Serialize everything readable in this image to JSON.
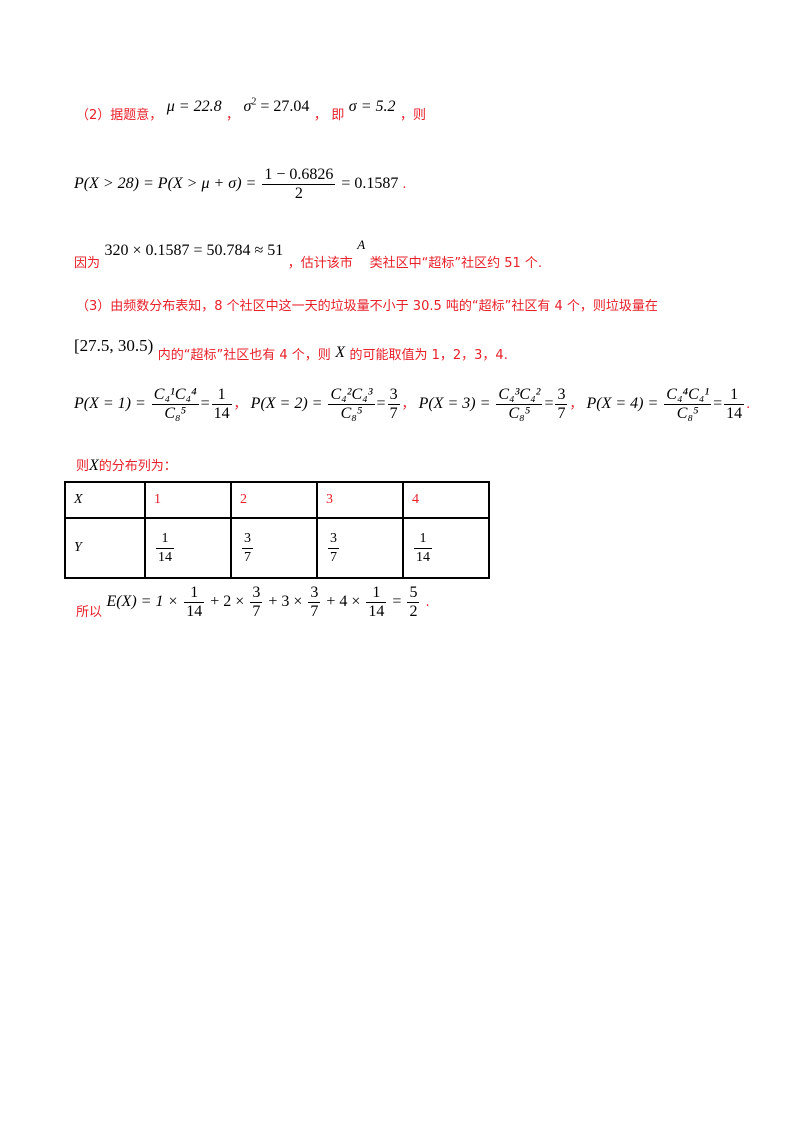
{
  "part2": {
    "label": "（2）据题意，",
    "mu": "μ = 22.8",
    "sigma2": "σ",
    "sigma2_val": " = 27.04",
    "sep1": "，",
    "ji": "即",
    "sigma": "σ = 5.2",
    "ze": "，则"
  },
  "prob_line": {
    "left": "P(X > 28) = P(X > μ + σ) =",
    "num": "1 − 0.6826",
    "den": "2",
    "right": "= 0.1587",
    "end": "."
  },
  "estimate": {
    "prefix": "因为",
    "expr": "320 × 0.1587 = 50.784 ≈ 51",
    "mid": "，估计该市",
    "city": "A",
    "suffix": "类社区中“超标”社区约 51 个."
  },
  "part3": {
    "text": "（3）由频数分布表知，8 个社区中这一天的垃圾量不小于 30.5 吨的“超标”社区有 4 个，则垃圾量在",
    "interval": "[27.5, 30.5)",
    "text2": "内的“超标”社区也有 4 个，则",
    "var": "X",
    "text3": "的可能取值为 1，2，3，4."
  },
  "probs": [
    {
      "lhs": "P(X = 1) =",
      "num": "C₄¹C₄⁴",
      "den": "C₈⁵",
      "res_num": "1",
      "res_den": "14",
      "sep": "，"
    },
    {
      "lhs": "P(X = 2) =",
      "num": "C₄²C₄³",
      "den": "C₈⁵",
      "res_num": "3",
      "res_den": "7",
      "sep": "，"
    },
    {
      "lhs": "P(X = 3) =",
      "num": "C₄³C₄²",
      "den": "C₈⁵",
      "res_num": "3",
      "res_den": "7",
      "sep": "，"
    },
    {
      "lhs": "P(X = 4) =",
      "num": "C₄⁴C₄¹",
      "den": "C₈⁵",
      "res_num": "1",
      "res_den": "14",
      "sep": "."
    }
  ],
  "dist_intro": {
    "pre": "则",
    "var": "X",
    "post": "的分布列为："
  },
  "table": {
    "row1": [
      "X",
      "1",
      "2",
      "3",
      "4"
    ],
    "row2_label": "Y",
    "row2": [
      {
        "num": "1",
        "den": "14"
      },
      {
        "num": "3",
        "den": "7"
      },
      {
        "num": "3",
        "den": "7"
      },
      {
        "num": "1",
        "den": "14"
      }
    ]
  },
  "expect": {
    "prefix": "所以",
    "lhs": "E(X) = 1 ×",
    "t1n": "1",
    "t1d": "14",
    "p2": "+ 2 ×",
    "t2n": "3",
    "t2d": "7",
    "p3": "+ 3 ×",
    "t3n": "3",
    "t3d": "7",
    "p4": "+ 4 ×",
    "t4n": "1",
    "t4d": "14",
    "eq": "=",
    "rn": "5",
    "rd": "2",
    "end": "."
  }
}
